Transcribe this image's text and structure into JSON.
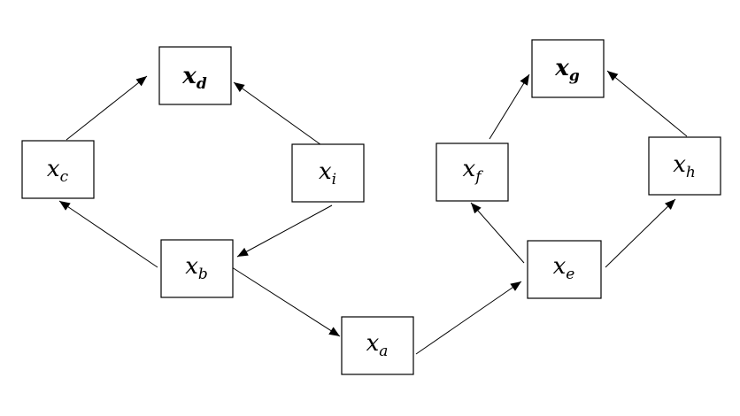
{
  "diagram": {
    "nodes": [
      {
        "id": "d",
        "base": "x",
        "sub": "d",
        "bold": true
      },
      {
        "id": "c",
        "base": "x",
        "sub": "c",
        "bold": false
      },
      {
        "id": "i",
        "base": "x",
        "sub": "i",
        "bold": false
      },
      {
        "id": "b",
        "base": "x",
        "sub": "b",
        "bold": false
      },
      {
        "id": "a",
        "base": "x",
        "sub": "a",
        "bold": false
      },
      {
        "id": "e",
        "base": "x",
        "sub": "e",
        "bold": false
      },
      {
        "id": "f",
        "base": "x",
        "sub": "f",
        "bold": false
      },
      {
        "id": "g",
        "base": "x",
        "sub": "g",
        "bold": true
      },
      {
        "id": "h",
        "base": "x",
        "sub": "h",
        "bold": false
      }
    ],
    "edges": [
      {
        "from": "c",
        "to": "d"
      },
      {
        "from": "i",
        "to": "d"
      },
      {
        "from": "b",
        "to": "c"
      },
      {
        "from": "i",
        "to": "b"
      },
      {
        "from": "b",
        "to": "a"
      },
      {
        "from": "a",
        "to": "e"
      },
      {
        "from": "e",
        "to": "f"
      },
      {
        "from": "f",
        "to": "g"
      },
      {
        "from": "e",
        "to": "h"
      },
      {
        "from": "h",
        "to": "g"
      }
    ]
  }
}
